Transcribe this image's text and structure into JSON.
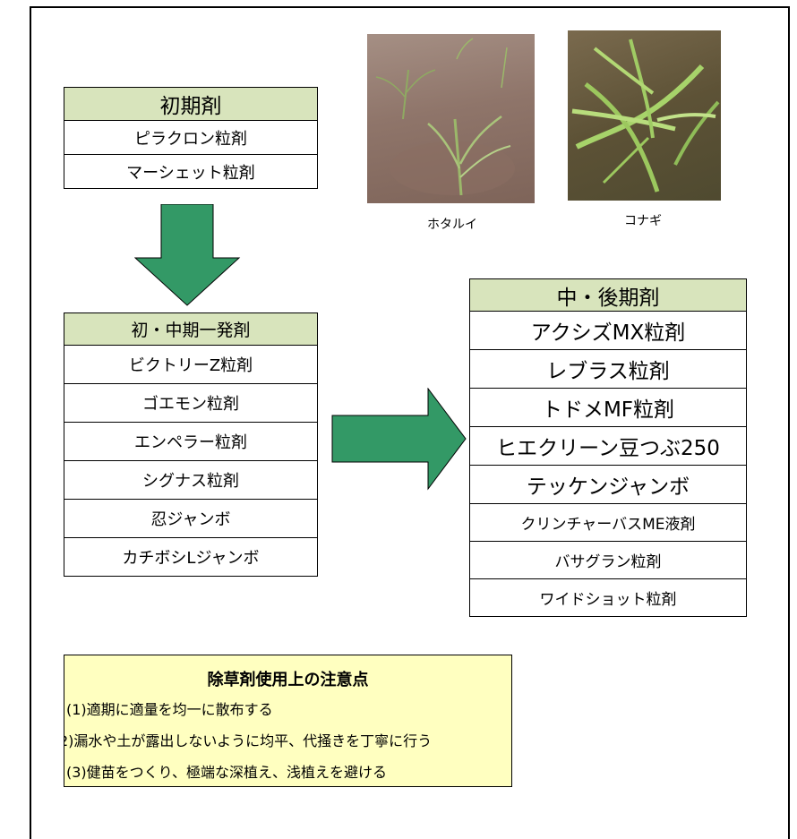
{
  "early": {
    "title": "初期剤",
    "items": [
      "ピラクロン粒剤",
      "マーシェット粒剤"
    ]
  },
  "early_mid": {
    "title": "初・中期一発剤",
    "items": [
      "ビクトリーZ粒剤",
      "ゴエモン粒剤",
      "エンペラー粒剤",
      "シグナス粒剤",
      "忍ジャンボ",
      "カチボシLジャンボ"
    ]
  },
  "mid_late": {
    "title": "中・後期剤",
    "items_large": [
      "アクシズMX粒剤",
      "レブラス粒剤",
      "トドメMF粒剤",
      "ヒエクリーン豆つぶ250",
      "テッケンジャンボ"
    ],
    "items_small": [
      "クリンチャーバスME液剤",
      "バサグラン粒剤",
      "ワイドショット粒剤"
    ]
  },
  "photos": {
    "left_caption": "ホタルイ",
    "right_caption": "コナギ"
  },
  "notes": {
    "title": "除草剤使用上の注意点",
    "items": [
      "(1)適期に適量を均一に散布する",
      "2)漏水や土が露出しないように均平、代掻きを丁寧に行う",
      "(3)健苗をつくり、極端な深植え、浅植えを避ける"
    ]
  },
  "colors": {
    "header_fill": "#d8e4bc",
    "arrow_fill": "#339966",
    "notes_fill": "#ffffc0"
  }
}
